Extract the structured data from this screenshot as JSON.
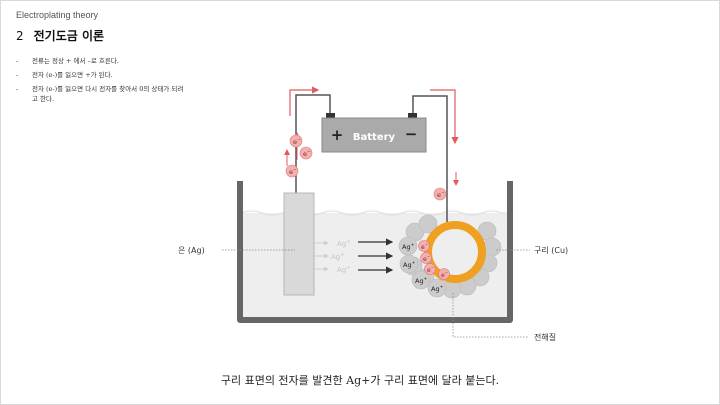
{
  "header": {
    "eyebrow": "Electroplating theory",
    "number": "2",
    "title": "전기도금  이론"
  },
  "bullets": [
    "전류는 정상 + 에서 –로 흐른다.",
    "전자 (e-)를 잃으면 +가 된다.",
    "전자 (e-)를 잃으면 다시 전자를 찾아서 0의 상태가 되려고 한다."
  ],
  "diagram": {
    "battery": {
      "label": "Battery",
      "plus": "+",
      "minus": "−"
    },
    "electron": "e",
    "electron_sup": "−",
    "ion": "Ag",
    "ion_sup": "+",
    "labels": {
      "anode": "은 (Ag)",
      "cathode": "구리 (Cu)",
      "electrolyte": "전해질"
    },
    "colors": {
      "arrow_red": "#e05c5c",
      "electron_fill": "#f2b0b0",
      "ring": "#f0a020",
      "tank": "#666666",
      "liquid": "#eeeeee",
      "battery": "#aaaaaa"
    }
  },
  "caption": "구리 표면의 전자를 발견한 Ag+가 구리 표면에 달라 붙는다."
}
